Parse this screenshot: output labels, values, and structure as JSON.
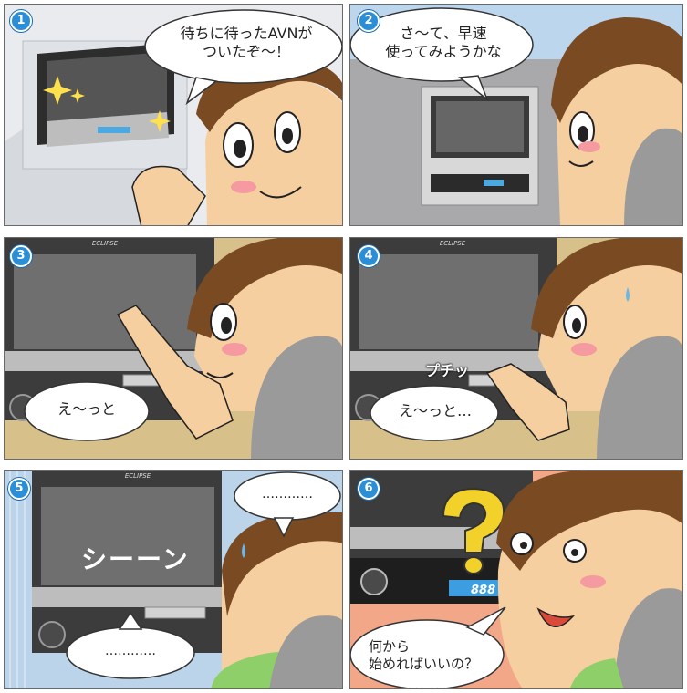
{
  "panels": [
    {
      "number": "1",
      "speech": "待ちに待ったAVNが\nついたぞ〜！"
    },
    {
      "number": "2",
      "speech": "さ〜て、早速\n使ってみようかな"
    },
    {
      "number": "3",
      "speech": "え〜っと",
      "brand": "ECLIPSE"
    },
    {
      "number": "4",
      "speech": "え〜っと…",
      "brand": "ECLIPSE",
      "sound_effect": "プチッ"
    },
    {
      "number": "5",
      "speech_top": "…………",
      "speech_bottom": "…………",
      "brand": "ECLIPSE",
      "sound_effect": "シーーン"
    },
    {
      "number": "6",
      "speech": "何から\n始めればいいの？",
      "display_value": "888"
    }
  ],
  "colors": {
    "number_badge": "#2a8fd6",
    "skin": "#f6cfa0",
    "hair": "#7a4a22",
    "seat": "#9a9a9a",
    "screen": "#6f6f6f",
    "device": "#cfcfcf",
    "question": "#f2d12a"
  }
}
